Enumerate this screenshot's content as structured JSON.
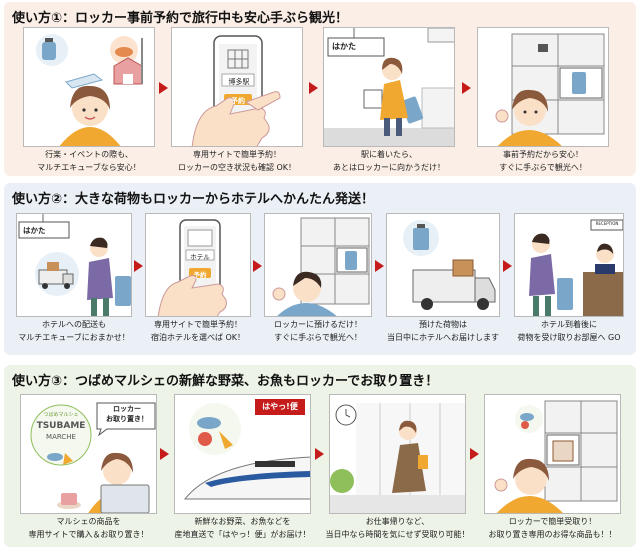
{
  "sections": [
    {
      "title": "使い方①：ロッカー事前予約で旅行中も安心手ぶら観光！",
      "steps": [
        {
          "line1": "行楽・イベントの際も、",
          "line2": "マルチエキューブなら安心！"
        },
        {
          "line1": "専用サイトで簡単予約！",
          "line2": "ロッカーの空き状況も確認 OK！"
        },
        {
          "line1": "駅に着いたら、",
          "line2": "あとはロッカーに向かうだけ！"
        },
        {
          "line1": "事前予約だから安心！",
          "line2": "すぐに手ぶらで観光へ！"
        }
      ]
    },
    {
      "title": "使い方②：大きな荷物もロッカーからホテルへかんたん発送！",
      "steps": [
        {
          "line1": "ホテルへの配送も",
          "line2": "マルチエキューブにおまかせ！"
        },
        {
          "line1": "専用サイトで簡単予約！",
          "line2": "宿泊ホテルを選べば OK！"
        },
        {
          "line1": "ロッカーに預けるだけ！",
          "line2": "すぐに手ぶらで観光へ！"
        },
        {
          "line1": "預けた荷物は",
          "line2": "当日中にホテルへお届けします"
        },
        {
          "line1": "ホテル到着後に",
          "line2": "荷物を受け取りお部屋へ GO"
        }
      ]
    },
    {
      "title": "使い方③：つばめマルシェの新鮮な野菜、お魚もロッカーでお取り置き！",
      "steps": [
        {
          "line1": "マルシェの商品を",
          "line2": "専用サイトで購入＆お取り置き！"
        },
        {
          "line1": "新鮮なお野菜、お魚などを",
          "line2": "産地直送で「はやっ！便」がお届け！"
        },
        {
          "line1": "お仕事帰りなど、",
          "line2": "当日中なら時間を気にせず受取り可能！"
        },
        {
          "line1": "ロッカーで簡単受取り！",
          "line2": "お取り置き専用のお得な商品も！！"
        }
      ]
    }
  ],
  "illustration_text": {
    "phone_station": "博多駅",
    "phone_reserve": "予約",
    "sign_hakata": "はかた",
    "phone_hotel": "ホテル",
    "reception": "RECEPTION",
    "marche_top": "つばめマルシェ",
    "marche_brand": "TSUBAME",
    "marche_sub": "MARCHE",
    "speech_reserve_1": "ロッカー",
    "speech_reserve_2": "お取り置き！",
    "hayatto": "はやっ!便"
  },
  "colors": {
    "section1_bg": "#fbeee6",
    "section2_bg": "#eaf0f6",
    "section3_bg": "#edf3e6",
    "arrow": "#c51b1b",
    "accent_orange": "#f0a830",
    "accent_blue": "#7aa7c9",
    "accent_green": "#8fbf5a"
  }
}
